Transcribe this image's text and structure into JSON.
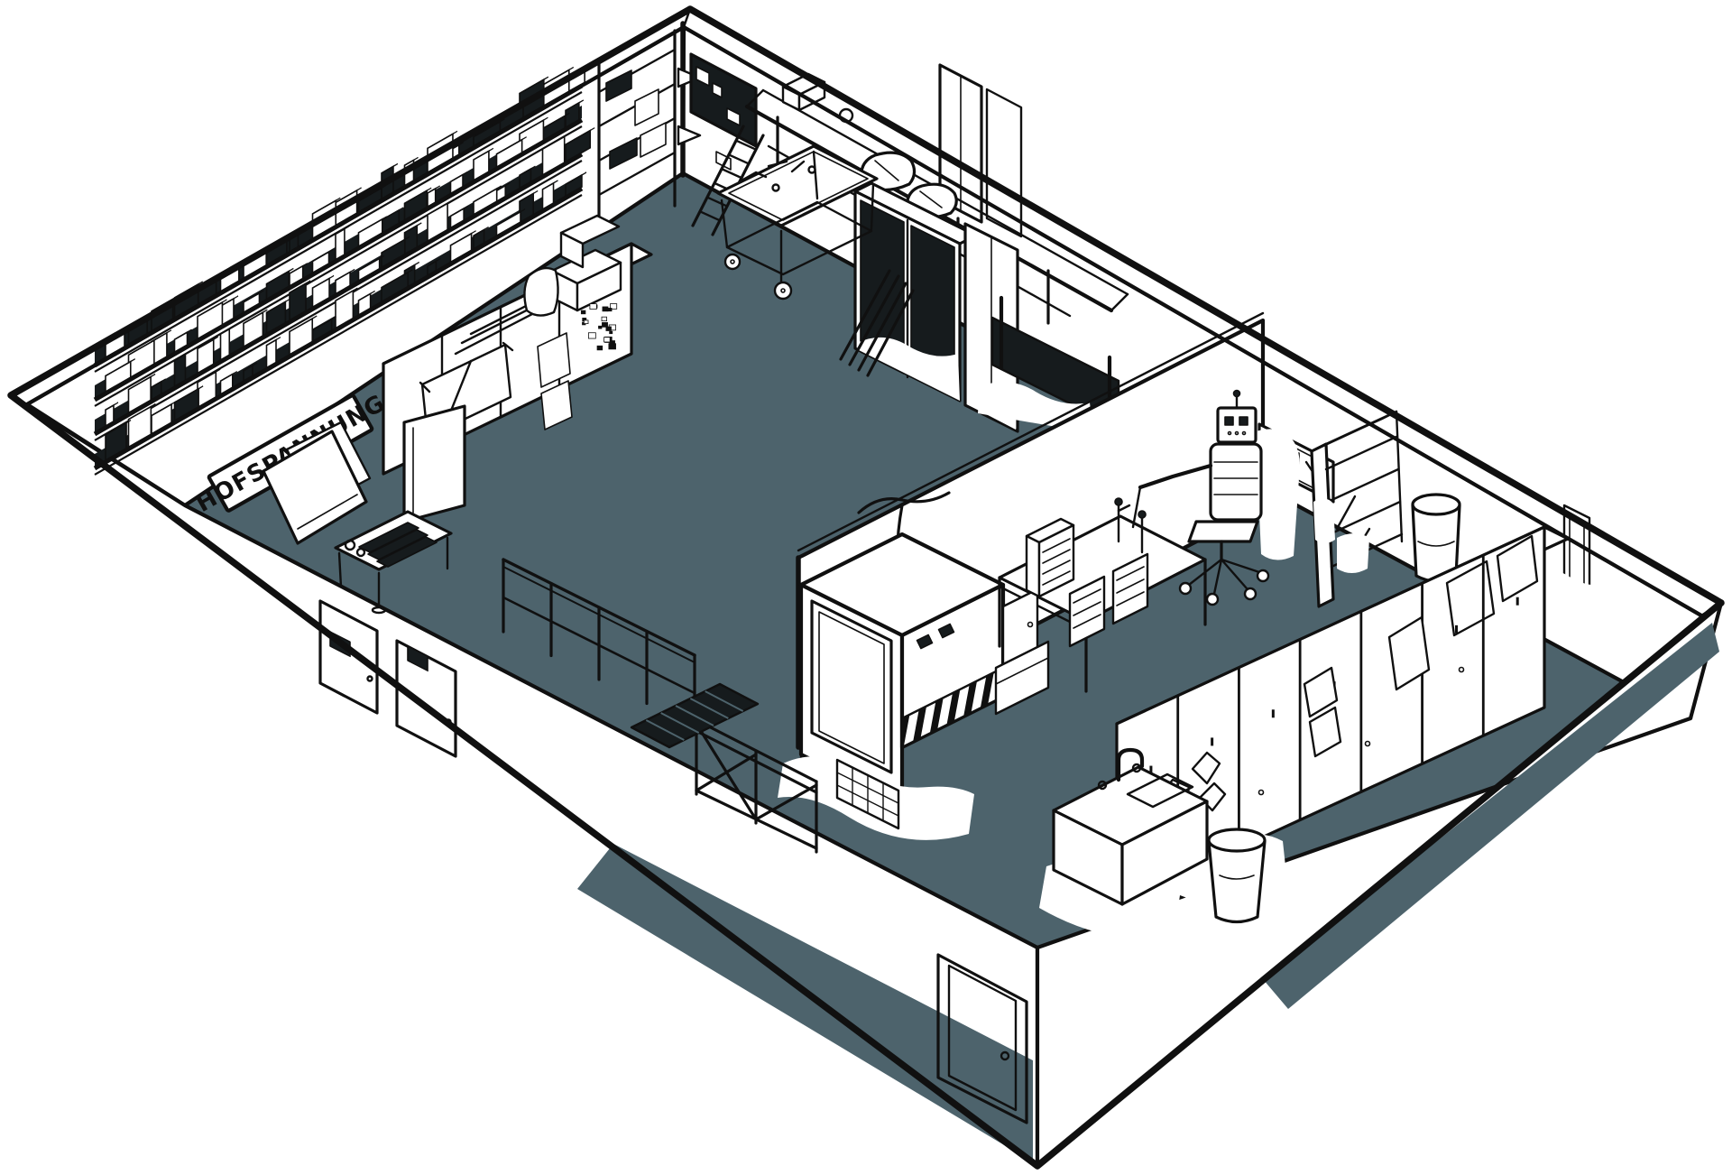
{
  "illustration": {
    "description": "Hand-drawn isometric cutaway of an electronics workshop room",
    "style": "black ink line art, white walls, slate-gray floor with white highlight splashes"
  },
  "sign": {
    "text": "HOFSPANNUNG"
  },
  "colors": {
    "ink": "#101010",
    "floor": "#4d636c",
    "wall": "#ffffff",
    "background": "#ffffff",
    "dark_fill": "#161b1d"
  },
  "decor": {
    "shelf_rows": 4,
    "shelf_items_per_row": 21,
    "hazard_stripes": 6,
    "locker_units": 7,
    "ladder_rungs": 6,
    "railing_posts": 5,
    "grate_lines": 6
  },
  "objects": [
    {
      "name": "parts-shelves",
      "label": "component shelves on left wall"
    },
    {
      "name": "hofspannung-sign",
      "label": "warning sign leaning at wall base"
    },
    {
      "name": "leaning-papers",
      "label": "large paper sheets leaning on wall"
    },
    {
      "name": "storage-counter",
      "label": "cabinet counter with taped notes"
    },
    {
      "name": "sticker-patch",
      "label": "dense small stickers on wall"
    },
    {
      "name": "whiteboard-panel",
      "label": "white panel standing on floor"
    },
    {
      "name": "ribbed-workbench",
      "label": "small machine table"
    },
    {
      "name": "safety-railing",
      "label": "floor railing"
    },
    {
      "name": "floor-grate",
      "label": "dark floor grate"
    },
    {
      "name": "double-door",
      "label": "two doors on front-left wall"
    },
    {
      "name": "exit-door",
      "label": "door on front wall near bottom corner"
    },
    {
      "name": "corner-rack",
      "label": "shelving rack in back corner"
    },
    {
      "name": "notice-board",
      "label": "dark notice board on right wall"
    },
    {
      "name": "wall-windows",
      "label": "tall frames on right wall"
    },
    {
      "name": "wall-bench",
      "label": "long bench along right wall"
    },
    {
      "name": "ladder",
      "label": "leaning ladder"
    },
    {
      "name": "rolling-cart",
      "label": "tool cart with wheels"
    },
    {
      "name": "storage-cabinets",
      "label": "two cabinets with duffel bags on top"
    },
    {
      "name": "cable-bundle",
      "label": "cable bundle on wall"
    },
    {
      "name": "dark-rack",
      "label": "dark rack behind divider"
    },
    {
      "name": "divider-wall",
      "label": "interior partition wall"
    },
    {
      "name": "power-cable",
      "label": "cable draped over divider"
    },
    {
      "name": "crt-machine",
      "label": "large machine with screen and hazard stripes"
    },
    {
      "name": "wire-basket",
      "label": "wire mesh basket"
    },
    {
      "name": "work-desk",
      "label": "steel work desk with drawer box"
    },
    {
      "name": "robot-assistant",
      "label": "small robot on wheeled stool"
    },
    {
      "name": "sink-counter",
      "label": "sink counter with faucet"
    },
    {
      "name": "trash-bin",
      "label": "round white bin"
    },
    {
      "name": "lockers",
      "label": "row of lockers with taped pictures"
    },
    {
      "name": "back-shelf-unit",
      "label": "open shelf behind lockers"
    },
    {
      "name": "barrel",
      "label": "barrel behind lockers"
    },
    {
      "name": "pegboard-frame",
      "label": "framed board on right wall"
    },
    {
      "name": "wall-frames",
      "label": "frames near east corner"
    }
  ]
}
